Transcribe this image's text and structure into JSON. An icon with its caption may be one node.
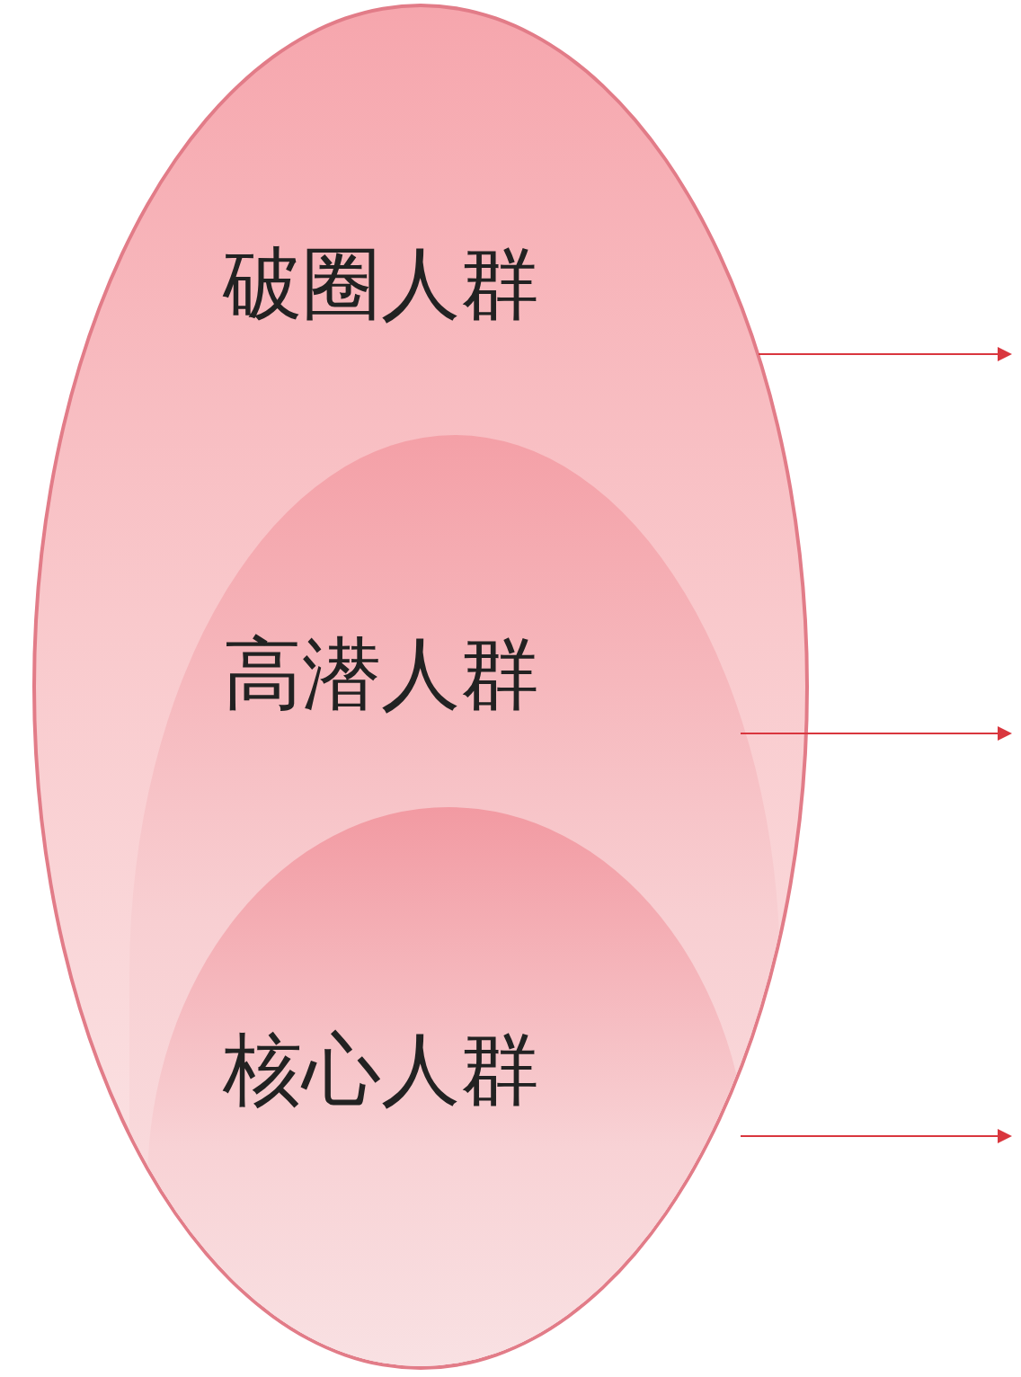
{
  "diagram": {
    "nodes": [
      {
        "text": [
          "破圈人群"
        ]
      },
      {
        "text": [
          "高潜人群"
        ],
        "in": 0
      },
      {
        "text": [
          "核心人群"
        ],
        "in": 1
      }
    ],
    "edges": [
      {
        "from": 0,
        "to": null,
        "arrow": "to"
      },
      {
        "from": 1,
        "to": null,
        "arrow": "to"
      },
      {
        "from": 2,
        "to": null,
        "arrow": "to"
      }
    ]
  }
}
